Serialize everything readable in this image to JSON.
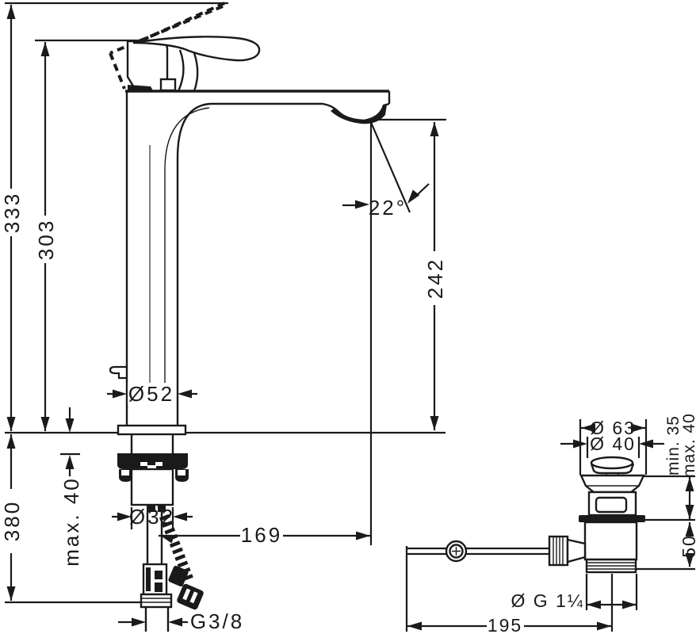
{
  "colors": {
    "line": "#1a1a1a",
    "background": "#ffffff"
  },
  "mixer": {
    "dimensions": {
      "overall_height": "333",
      "height_to_spout": "303",
      "depth_below_counter": "380",
      "counter_max_thickness": "max. 40",
      "body_diameter": "Ø52",
      "mounting_hole": "Ø32",
      "spout_reach": "169",
      "spout_height": "242",
      "stream_angle": "22°",
      "supply_thread": "G3/8"
    }
  },
  "drain": {
    "dimensions": {
      "flange_diameter": "Ø 63",
      "plug_diameter": "Ø 40",
      "counter_min_thickness": "min. 35",
      "counter_max_thickness": "max. 40",
      "body_depth_below": "50",
      "waste_thread": "Ø G 1¼",
      "rod_length": "195"
    }
  }
}
